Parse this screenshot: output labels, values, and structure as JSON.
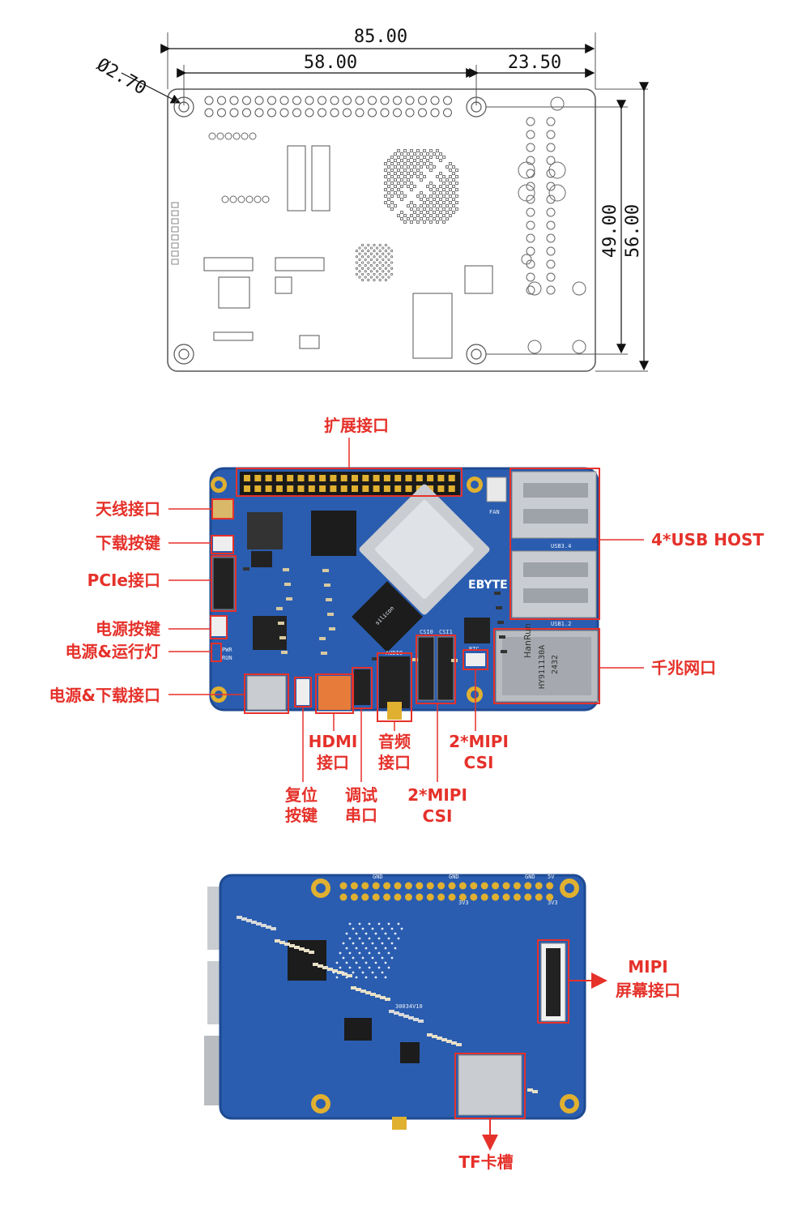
{
  "dimensions": {
    "width_total": "85.00",
    "hole_span": "58.00",
    "hole_to_edge": "23.50",
    "hole_diameter": "Ø2.70",
    "hole_vertical": "49.00",
    "height_total": "56.00"
  },
  "top_view": {
    "labels": {
      "expansion": "扩展接口",
      "antenna": "天线接口",
      "download_button": "下载按键",
      "pcie": "PCIe接口",
      "power_button": "电源按键",
      "power_run_led": "电源&运行灯",
      "power_download_port": "电源&下载接口",
      "hdmi": [
        "HDMI",
        "接口"
      ],
      "audio": [
        "音频",
        "接口"
      ],
      "mipi_csi_a": [
        "2*MIPI",
        "CSI"
      ],
      "reset": [
        "复位",
        "按键"
      ],
      "debug_uart": [
        "调试",
        "串口"
      ],
      "mipi_csi_b": [
        "2*MIPI",
        "CSI"
      ],
      "usb_host": "4*USB HOST",
      "ethernet": "千兆网口"
    },
    "silkscreen": {
      "brand": "EBYTE",
      "eth_chip": "HanRun",
      "eth_model": "HY911130A",
      "eth_code": "2432",
      "usb_top": "USB3.4",
      "usb_bottom": "USB1.2",
      "fan": "FAN",
      "rtc": "RTC",
      "audio": "AUDIO",
      "csi0": "CSI0",
      "csi1": "CSI1",
      "pwr": "PWR",
      "run": "RUN",
      "silicon": "silicon"
    }
  },
  "bottom_view": {
    "labels": {
      "mipi_display": [
        "MIPI",
        "屏幕接口"
      ],
      "tf_slot": "TF卡槽"
    },
    "silkscreen": {
      "board_id": "30034V10",
      "gnd": "GND",
      "v33": "3V3",
      "v5": "5V"
    }
  },
  "colors": {
    "pcb": "#2a5db0",
    "pcb_dark": "#1e4a92",
    "highlight": "#e5312a",
    "gold": "#e0b030",
    "silver": "#c9ccd1"
  }
}
